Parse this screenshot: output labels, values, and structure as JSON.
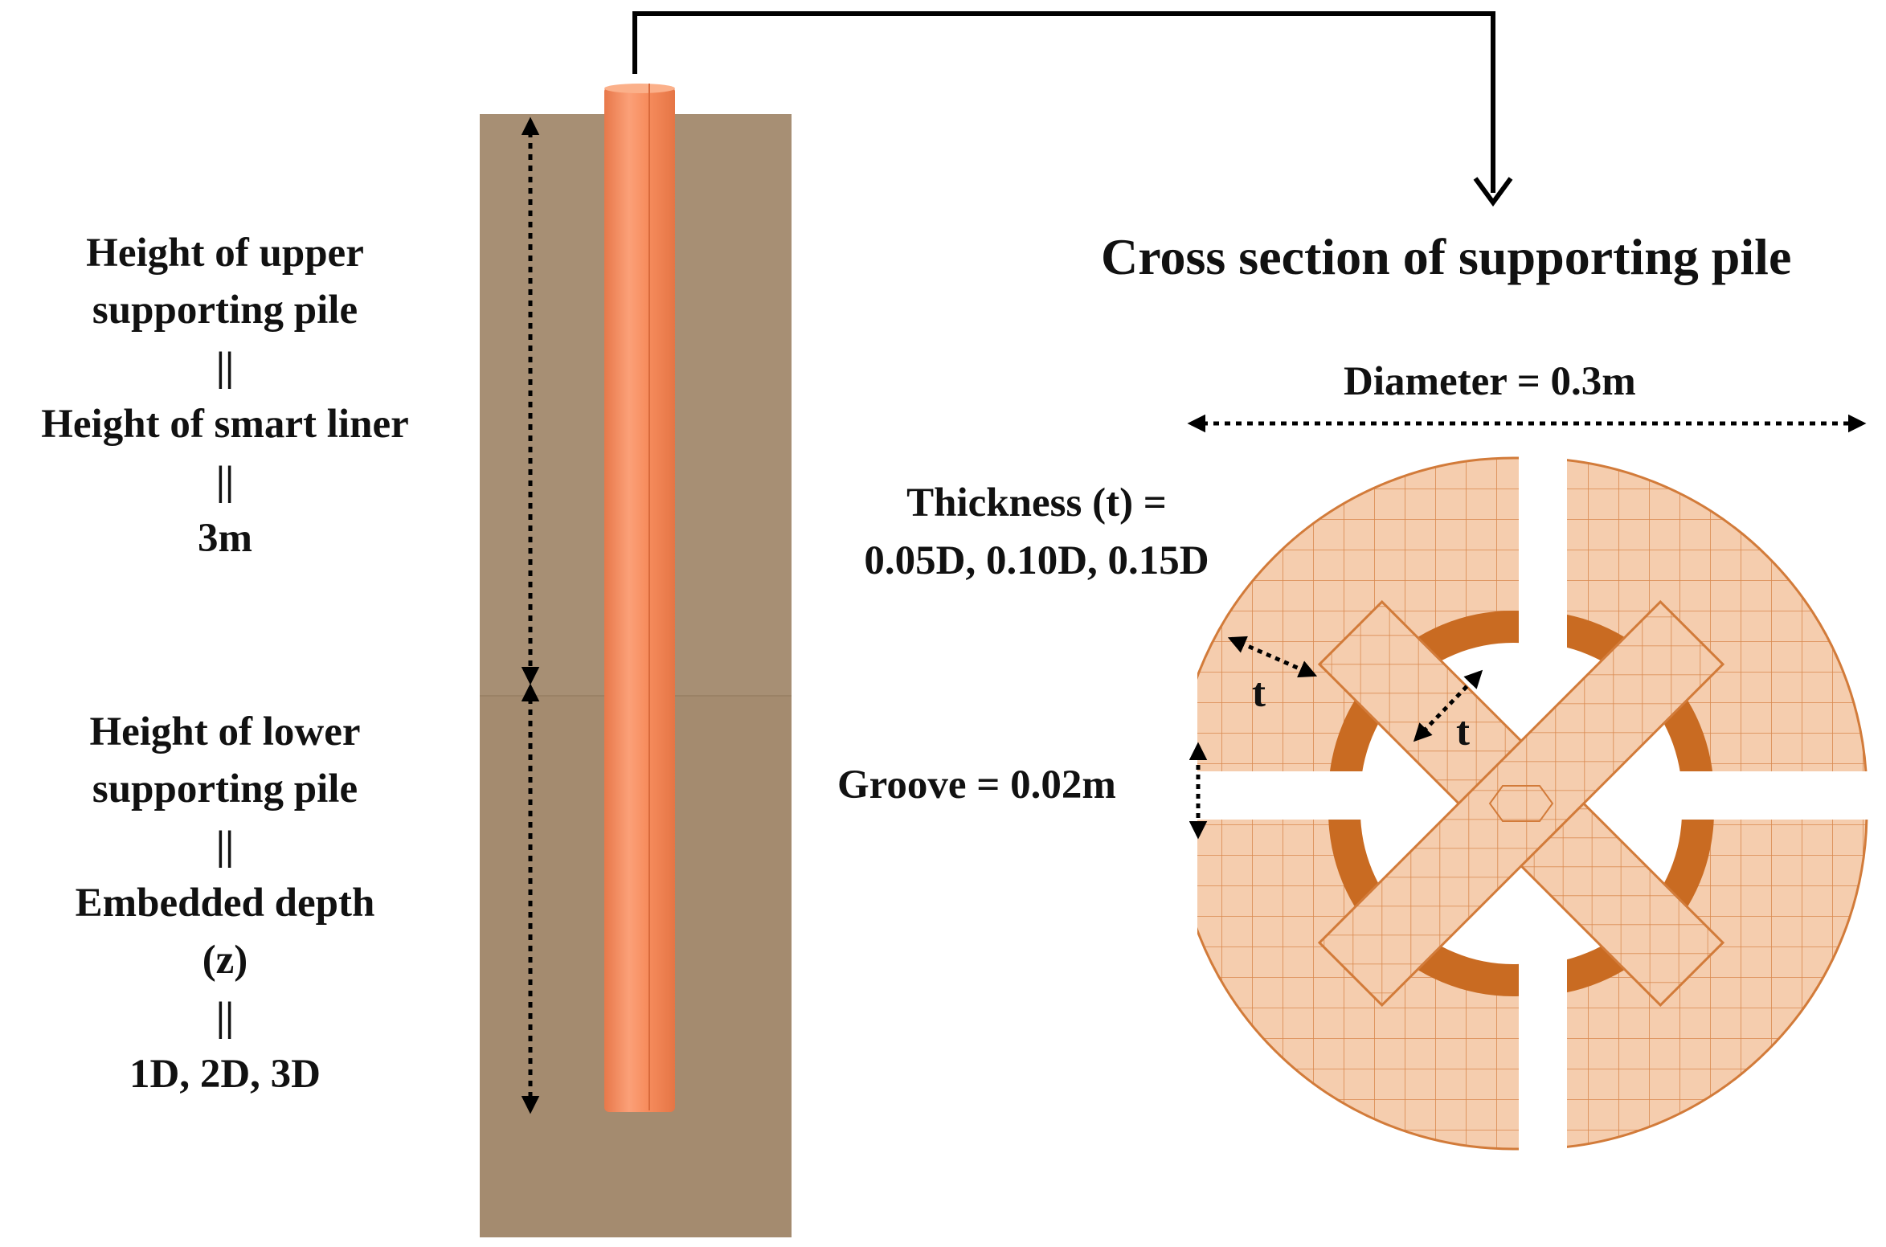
{
  "upper_label": [
    "Height of upper",
    "supporting  pile",
    "||",
    "Height of smart  liner",
    "||",
    "3m"
  ],
  "lower_label": [
    "Height of lower",
    "supporting  pile",
    "||",
    "Embedded  depth",
    "(z)",
    "||",
    "1D, 2D, 3D"
  ],
  "cross_section_title": "Cross section of supporting pile",
  "diameter_label": "Diameter = 0.3m",
  "thickness_label": [
    "Thickness  (t) =",
    "0.05D, 0.10D, 0.15D"
  ],
  "groove_label": "Groove = 0.02m",
  "t_mark_1": "t",
  "t_mark_2": "t",
  "colors": {
    "soil_upper": "#a78f74",
    "soil_lower": "#a48b6f",
    "pile": "#f78d5e",
    "pile_highlight": "#ffb08a",
    "mesh_fill": "#f5cdae",
    "mesh_line": "#d27b3a",
    "inner_dark": "#c96b22"
  }
}
